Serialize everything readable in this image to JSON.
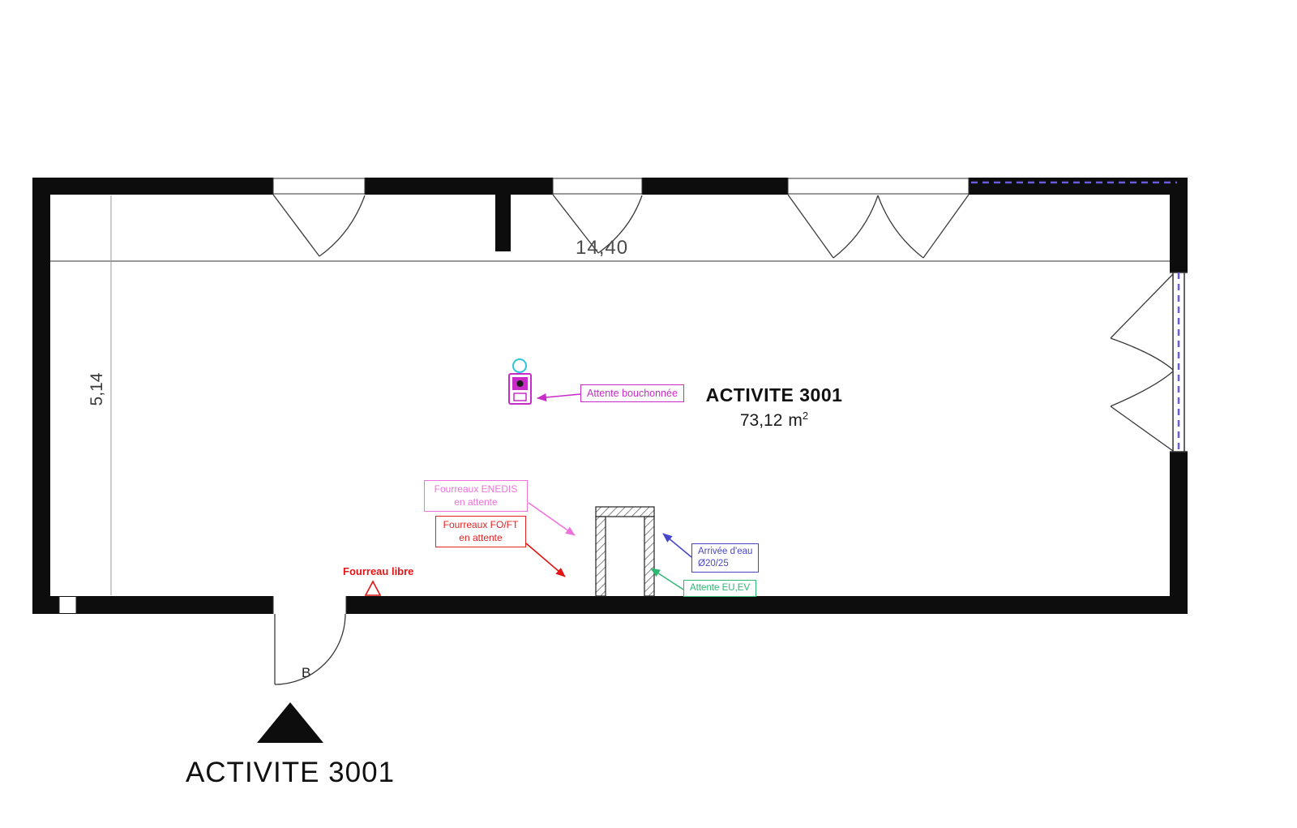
{
  "plan": {
    "dimensions": {
      "width": "14,40",
      "height": "5,14"
    },
    "room": {
      "name": "ACTIVITE 3001",
      "area_value": "73,12",
      "area_unit": "m",
      "area_exponent": "2"
    },
    "door": {
      "label": "B"
    },
    "footer": {
      "title": "ACTIVITE 3001"
    }
  },
  "annotations": {
    "attente_bouchonnee": {
      "text": "Attente bouchonnée",
      "color": "#c92bc9"
    },
    "fourreaux_enedis": {
      "line1": "Fourreaux ENEDIS",
      "line2": "en attente",
      "color": "#ef72dd"
    },
    "fourreaux_foft": {
      "line1": "Fourreaux FO/FT",
      "line2": "en attente",
      "color": "#e32222"
    },
    "fourreau_libre": {
      "text": "Fourreau libre",
      "color": "#e31515"
    },
    "arrivee_eau": {
      "line1": "Arrivée d'eau",
      "line2": "Ø20/25",
      "color": "#4747c9"
    },
    "attente_eu_ev": {
      "text": "Attente EU,EV",
      "color": "#2eb872"
    }
  },
  "colors": {
    "wall": "#0d0d0d",
    "magenta": "#c92bc9",
    "pink": "#ef72dd",
    "red": "#e31515",
    "blue": "#4747c9",
    "green": "#2eb872",
    "cyan_fixture": "#2ec6dc",
    "dashed_utility": "#6a5ae0"
  }
}
